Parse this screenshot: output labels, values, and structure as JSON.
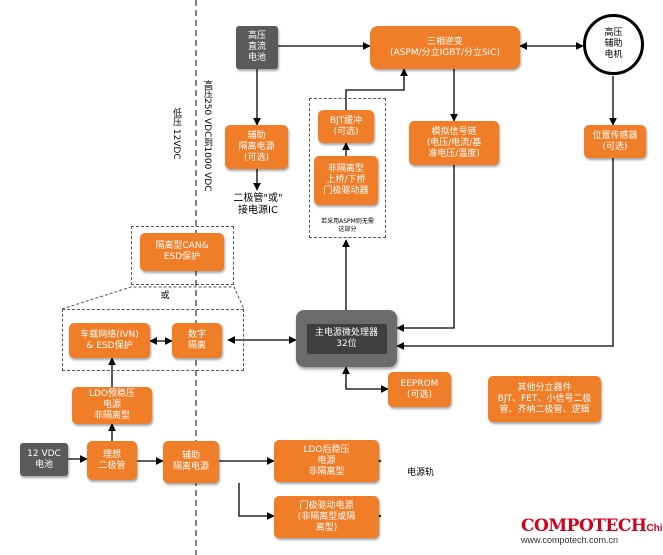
{
  "nodes": {
    "hv_dc_battery": "高压\n直流\n电池",
    "three_phase_inverter": "三相逆变\n(ASPM/分立IGBT/分立SiC)",
    "hv_aux_motor": "高压\n辅助\n电机",
    "aux_iso_psu_hv": "辅助\n隔离电源\n(可选)",
    "bjt_buffer": "BJT缓冲\n(可选)",
    "non_iso_gate_driver": "非隔离型\n上桥/下桥\n门极驱动器",
    "analog_signal_chain": "模拟信号链\n(电压/电流/基\n准电压/温度)",
    "position_sensor": "位置传感器\n(可选)",
    "iso_can_esd": "隔离型CAN&\nESD保护",
    "ivn_esd": "车载网络(IVN)\n& ESD保护",
    "digital_isolation": "数字\n隔离",
    "main_mcu": "主电源微处理器\n32位",
    "eeprom": "EEPROM\n(可选)",
    "other_discretes": "其他分立器件\nBJT、FET、小信号二极\n管、齐纳二极管、逻辑",
    "ldo_pre_reg": "LDO预稳压\n电源\n非隔离型",
    "battery_12v": "12 VDC\n电池",
    "ideal_diode": "理想\n二极管",
    "aux_iso_psu_lv": "辅助\n隔离电源",
    "ldo_post_reg": "LDO后稳压\n电源\n非隔离型",
    "gate_driver_psu": "门极驱动电源\n(非隔离型或隔\n离型)"
  },
  "labels": {
    "low_voltage": "低压 12VDC",
    "high_voltage": "高压250 VDC到1000 VDC",
    "diode_or_ic": "二极管\"或\"\n接电源IC",
    "aspm_note": "若采用ASPM则无需\n这部分",
    "or": "或",
    "power_rail": "电源轨"
  },
  "watermark": {
    "brand": "COMPOTECH",
    "brand_suffix": "China",
    "url": "www.compotech.com.cn"
  },
  "colors": {
    "accent_orange": "#f07d28",
    "dark_gray": "#5a5a5a",
    "watermark_red": "#d0021b"
  }
}
